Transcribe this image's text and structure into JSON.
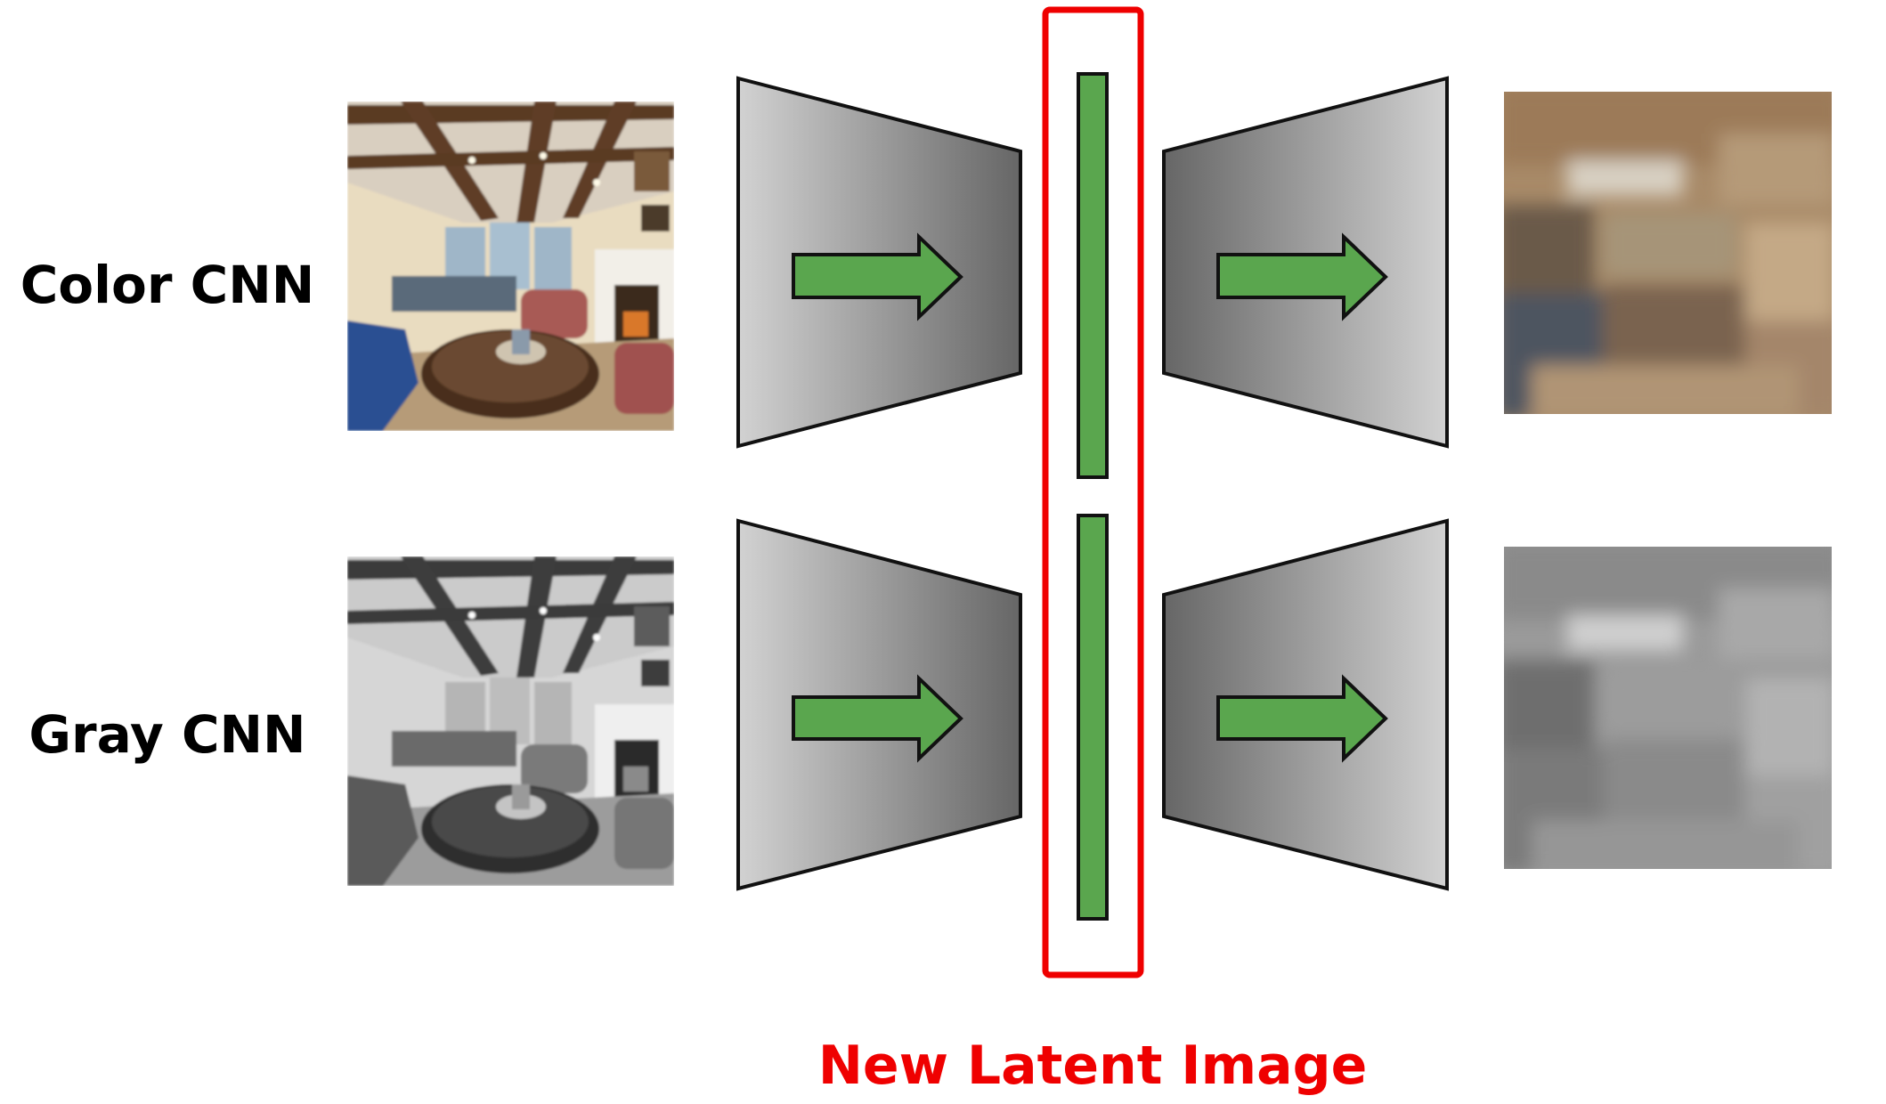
{
  "rows": [
    {
      "label": "Color CNN",
      "image_style": "color"
    },
    {
      "label": "Gray CNN",
      "image_style": "grayscale"
    }
  ],
  "latent": {
    "caption": "New Latent Image"
  },
  "colors": {
    "latent_highlight": "#ef0000",
    "latent_bar": "#5aa64e",
    "arrow_fill": "#5aa64e",
    "network_light": "#cfcfcf",
    "network_dark": "#5f5f5f",
    "outline": "#111111"
  }
}
